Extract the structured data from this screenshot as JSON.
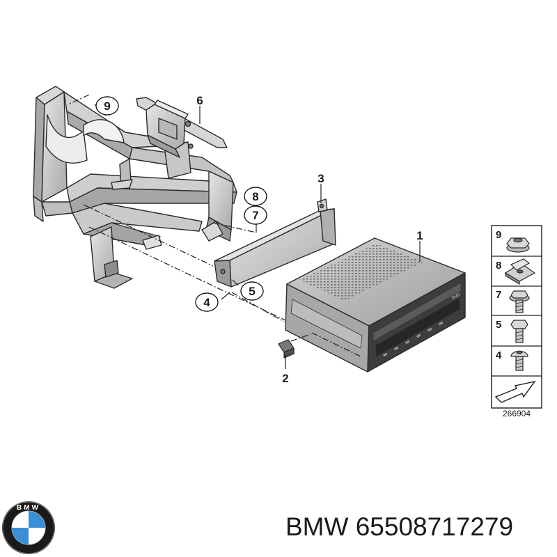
{
  "diagram": {
    "callouts": {
      "c1": "1",
      "c2": "2",
      "c3": "3",
      "c4": "4",
      "c5": "5",
      "c6": "6",
      "c7": "7",
      "c8": "8",
      "c9": "9"
    },
    "legend": {
      "items": [
        {
          "num": "9",
          "icon": "flange-nut-icon"
        },
        {
          "num": "8",
          "icon": "clip-nut-icon"
        },
        {
          "num": "7",
          "icon": "flange-bolt-icon"
        },
        {
          "num": "5",
          "icon": "hex-bolt-icon"
        },
        {
          "num": "4",
          "icon": "torx-bolt-icon"
        }
      ],
      "direction_icon": "direction-arrow-icon",
      "ref_code": "266904"
    }
  },
  "brand": {
    "logo": "bmw-roundel-logo",
    "logo_text": "BMW",
    "caption_brand": "BMW",
    "part_number": "65508717279"
  },
  "colors": {
    "line": "#2b2b2b",
    "metal_fill": "#c9c9c9",
    "metal_dark": "#8f8f8f",
    "unit_fill": "#b5b5b5",
    "unit_face": "#3d3d3d",
    "bmw_blue": "#3a8fd6"
  }
}
